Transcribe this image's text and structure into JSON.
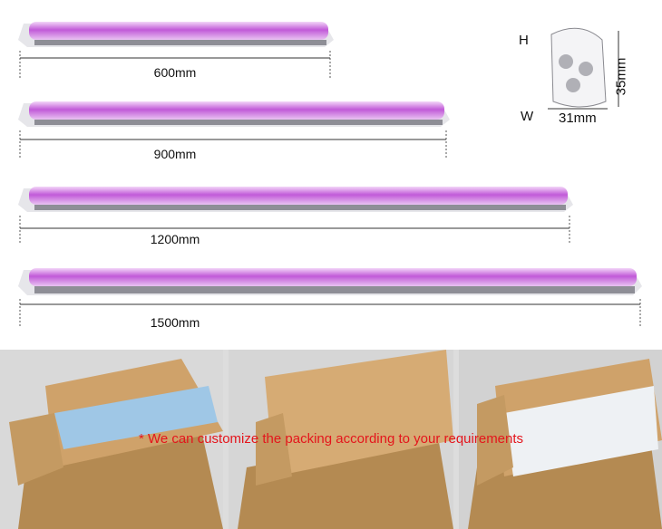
{
  "tubes": [
    {
      "length_label": "600mm"
    },
    {
      "length_label": "900mm"
    },
    {
      "length_label": "1200mm"
    },
    {
      "length_label": "1500mm"
    }
  ],
  "profile": {
    "height_letter": "H",
    "width_letter": "W",
    "height_label": "35mm",
    "width_label": "31mm"
  },
  "packing": {
    "caption": "* We can customize the packing according to your requirements"
  },
  "colors": {
    "uv_light": "#d68ae6",
    "uv_core": "#b84fd0",
    "housing": "#c9c9cc",
    "caption": "#e4151c",
    "cardboard": "#c49a62"
  }
}
